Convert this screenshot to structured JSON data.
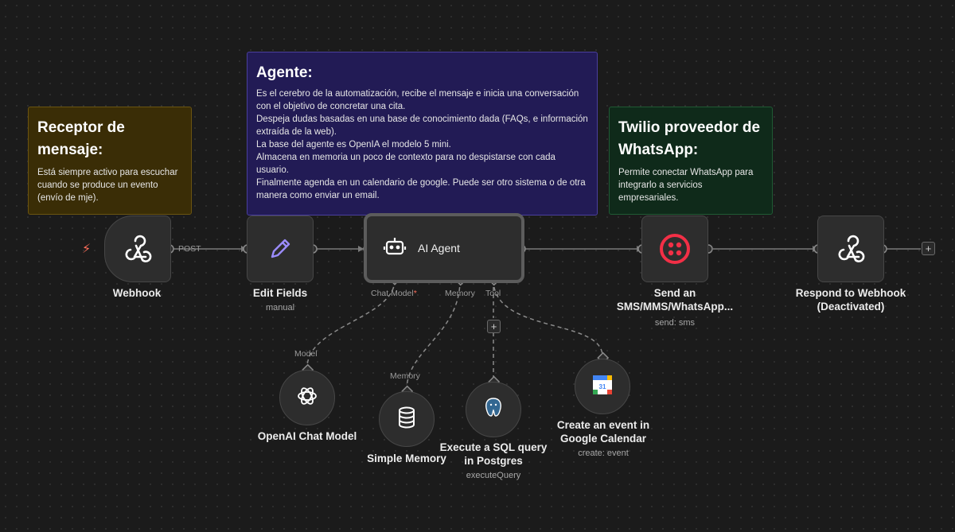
{
  "notes": {
    "receptor": {
      "title": "Receptor de mensaje:",
      "body": "Está siempre activo para escuchar cuando se produce un evento (envío de mje)."
    },
    "agente": {
      "title": "Agente:",
      "body": "Es el cerebro de la automatización, recibe el mensaje e inicia una conversación con el objetivo de concretar una cita.\nDespeja dudas basadas en una base de conocimiento dada (FAQs, e información extraída de la web).\nLa base del agente es OpenIA el modelo 5 mini.\nAlmacena en memoria un poco de contexto para no despistarse con cada usuario.\nFinalmente agenda en un calendario de google. Puede ser otro sistema o de otra manera como enviar un email."
    },
    "twilio": {
      "title": "Twilio proveedor de WhatsApp:",
      "body": "Permite conectar WhatsApp para integrarlo a servicios empresariales."
    }
  },
  "nodes": {
    "webhook": {
      "label": "Webhook",
      "icon": "webhook-icon"
    },
    "edit_fields": {
      "label": "Edit Fields",
      "sublabel": "manual",
      "icon": "pencil-icon"
    },
    "ai_agent": {
      "label": "AI Agent",
      "icon": "robot-icon"
    },
    "twilio": {
      "label": "Send an SMS/MMS/WhatsApp...",
      "sublabel": "send: sms",
      "icon": "twilio-icon",
      "color": "#f22f46"
    },
    "respond": {
      "label": "Respond to Webhook (Deactivated)",
      "icon": "webhook-icon"
    },
    "openai": {
      "label": "OpenAI Chat Model",
      "icon": "openai-icon"
    },
    "memory": {
      "label": "Simple Memory",
      "icon": "database-icon"
    },
    "postgres": {
      "label": "Execute a SQL query in Postgres",
      "sublabel": "executeQuery",
      "icon": "postgres-icon"
    },
    "calendar": {
      "label": "Create an event in Google Calendar",
      "sublabel": "create: event",
      "icon": "google-calendar-icon"
    }
  },
  "connections": {
    "post_label": "POST",
    "chat_model_label": "Chat Model",
    "chat_model_required": "*",
    "memory_label": "Memory",
    "tool_label": "Tool",
    "model_label": "Model",
    "memory_sub_label": "Memory"
  },
  "buttons": {
    "add": "+"
  },
  "colors": {
    "accent": "#ff6d5a",
    "wire": "#7a7a7a"
  }
}
